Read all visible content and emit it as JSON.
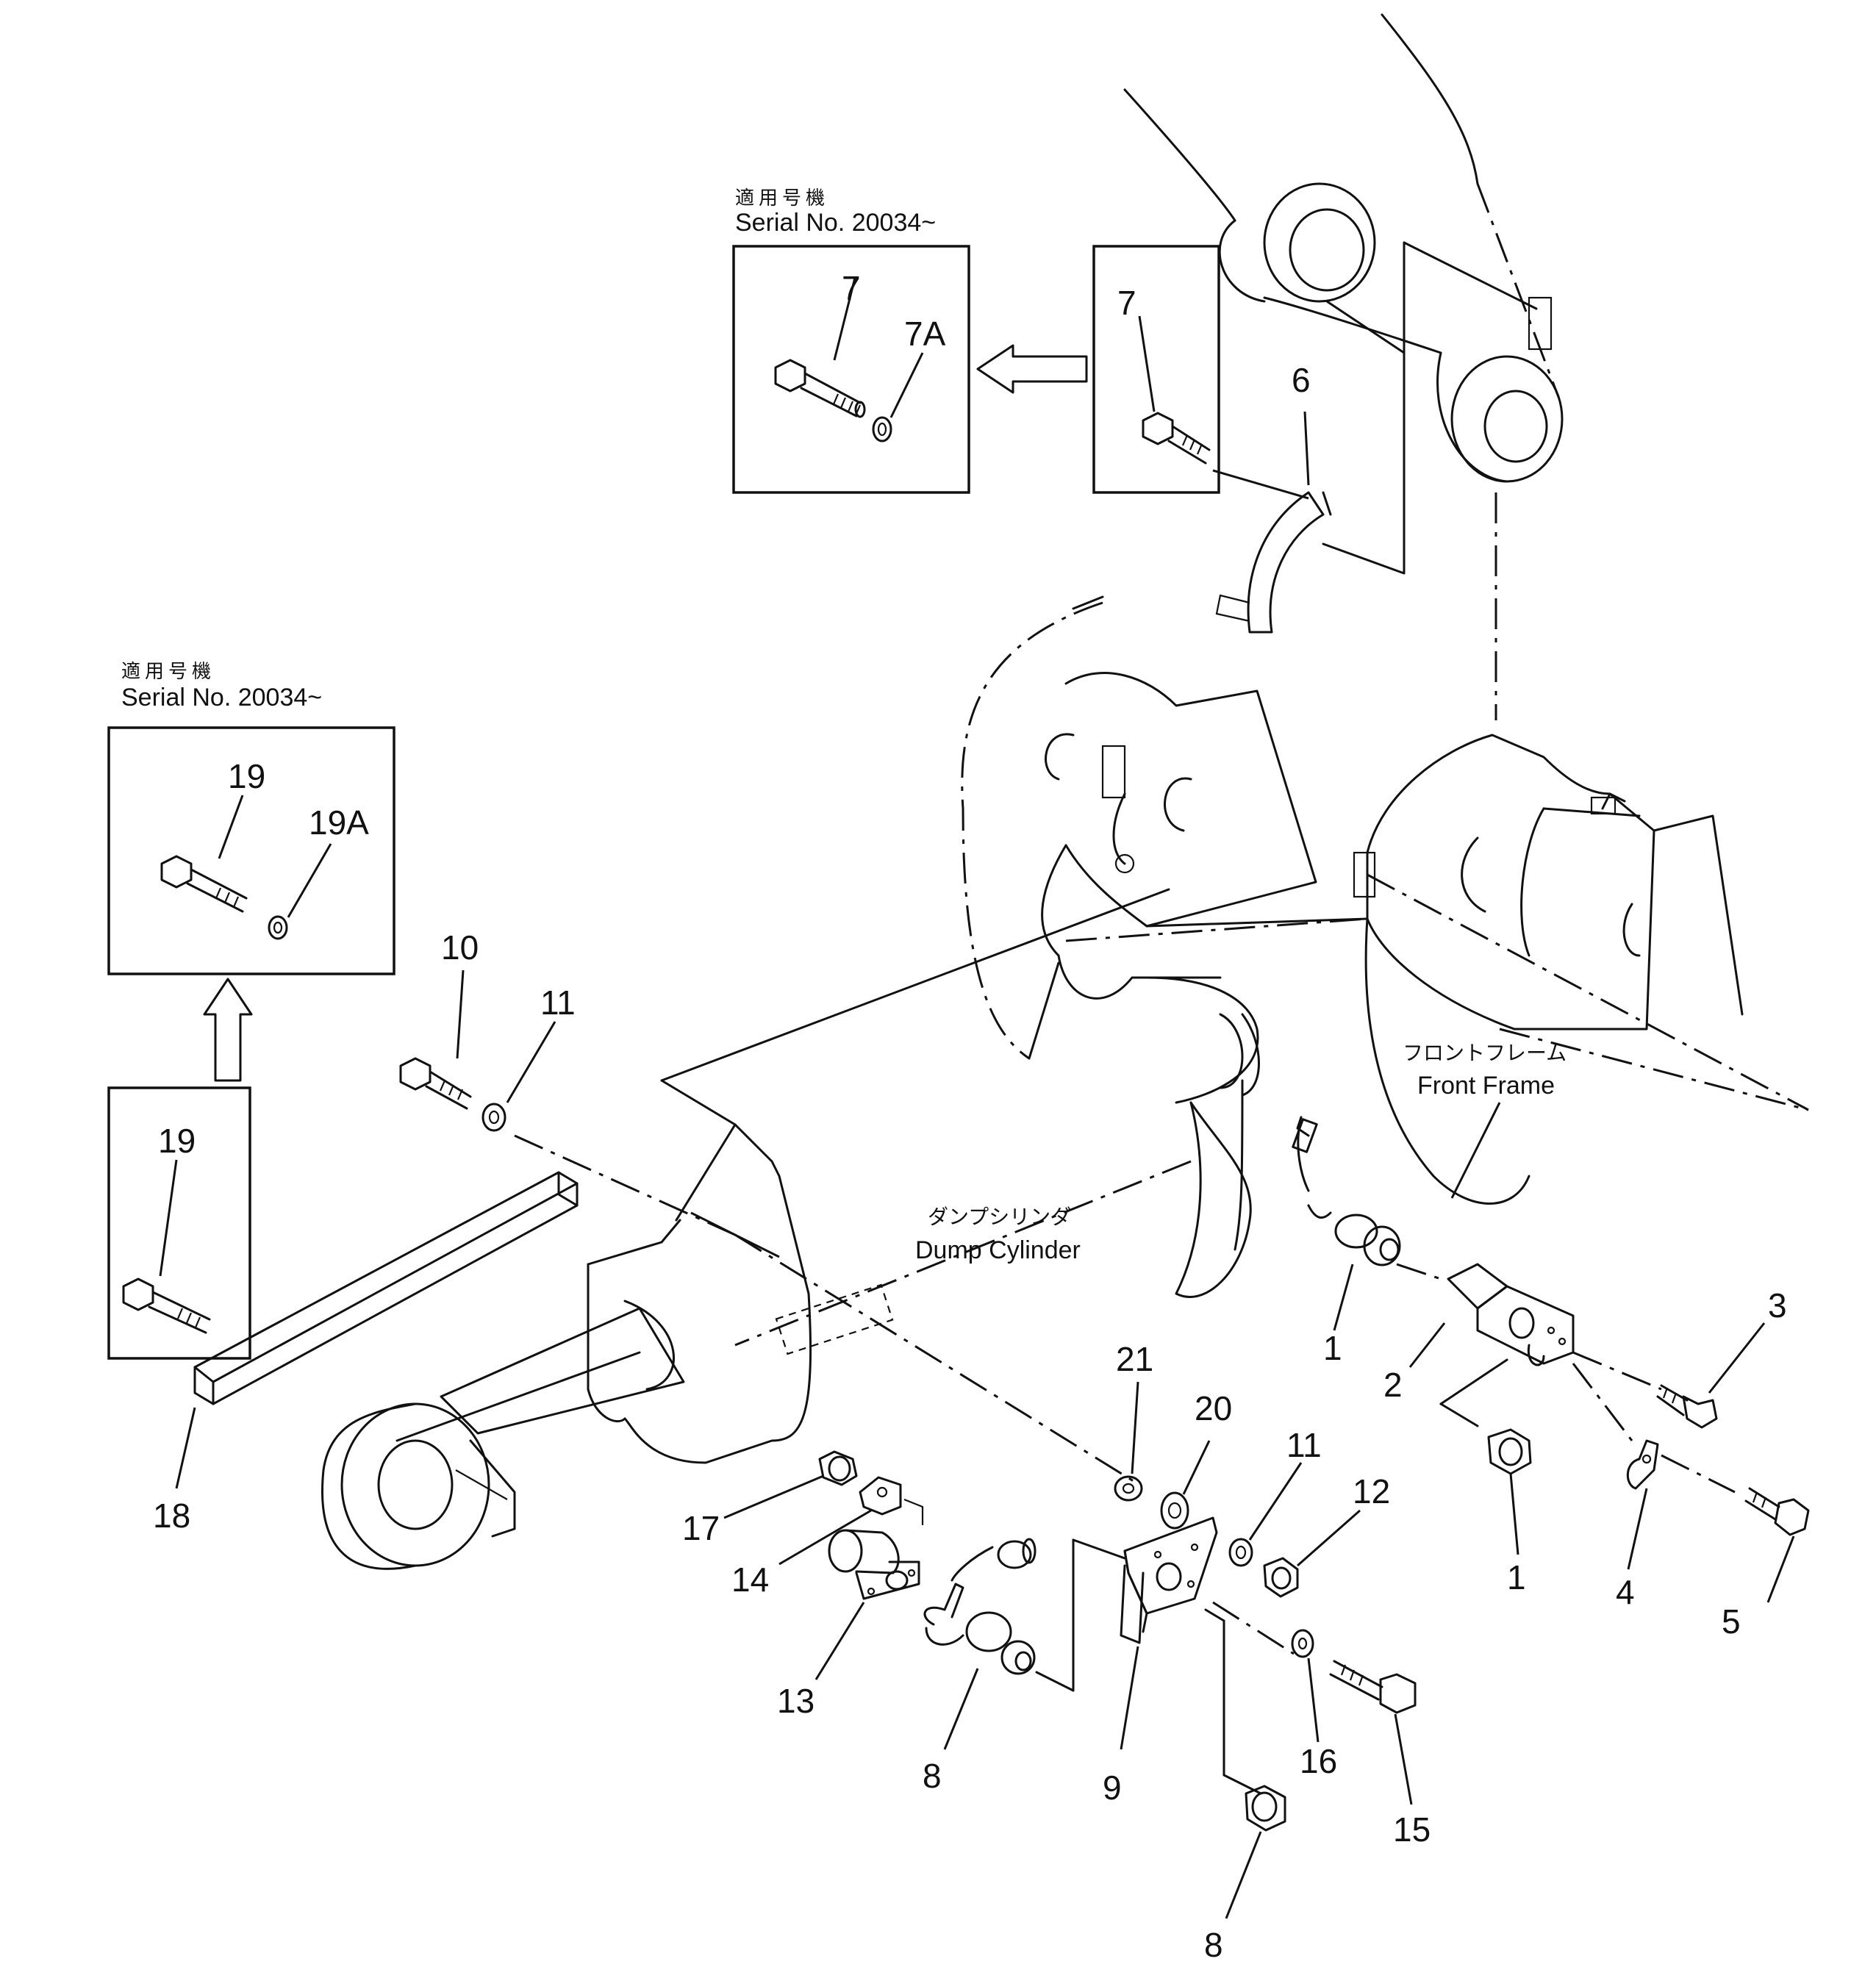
{
  "insets": {
    "top": {
      "header_jp": "適用号機",
      "header_serial": "Serial No. 20034~",
      "new_parts": [
        "7",
        "7A"
      ],
      "old_parts": [
        "7"
      ]
    },
    "left": {
      "header_jp": "適用号機",
      "header_serial": "Serial  No.  20034~",
      "new_parts": [
        "19",
        "19A"
      ],
      "old_parts": [
        "19"
      ]
    }
  },
  "component_labels": {
    "front_frame_jp": "フロントフレーム",
    "front_frame_en": "Front Frame",
    "dump_cylinder_jp": "ダンプシリンダ",
    "dump_cylinder_en": "Dump Cylinder"
  },
  "callouts": [
    {
      "id": "c6",
      "text": "6"
    },
    {
      "id": "c10",
      "text": "10"
    },
    {
      "id": "c11a",
      "text": "11"
    },
    {
      "id": "c18",
      "text": "18"
    },
    {
      "id": "c17",
      "text": "17"
    },
    {
      "id": "c14",
      "text": "14"
    },
    {
      "id": "c13",
      "text": "13"
    },
    {
      "id": "c8a",
      "text": "8"
    },
    {
      "id": "c9",
      "text": "9"
    },
    {
      "id": "c8b",
      "text": "8"
    },
    {
      "id": "c21",
      "text": "21"
    },
    {
      "id": "c20",
      "text": "20"
    },
    {
      "id": "c11b",
      "text": "11"
    },
    {
      "id": "c12",
      "text": "12"
    },
    {
      "id": "c16",
      "text": "16"
    },
    {
      "id": "c15",
      "text": "15"
    },
    {
      "id": "c1a",
      "text": "1"
    },
    {
      "id": "c2",
      "text": "2"
    },
    {
      "id": "c3",
      "text": "3"
    },
    {
      "id": "c1b",
      "text": "1"
    },
    {
      "id": "c4",
      "text": "4"
    },
    {
      "id": "c5",
      "text": "5"
    }
  ]
}
